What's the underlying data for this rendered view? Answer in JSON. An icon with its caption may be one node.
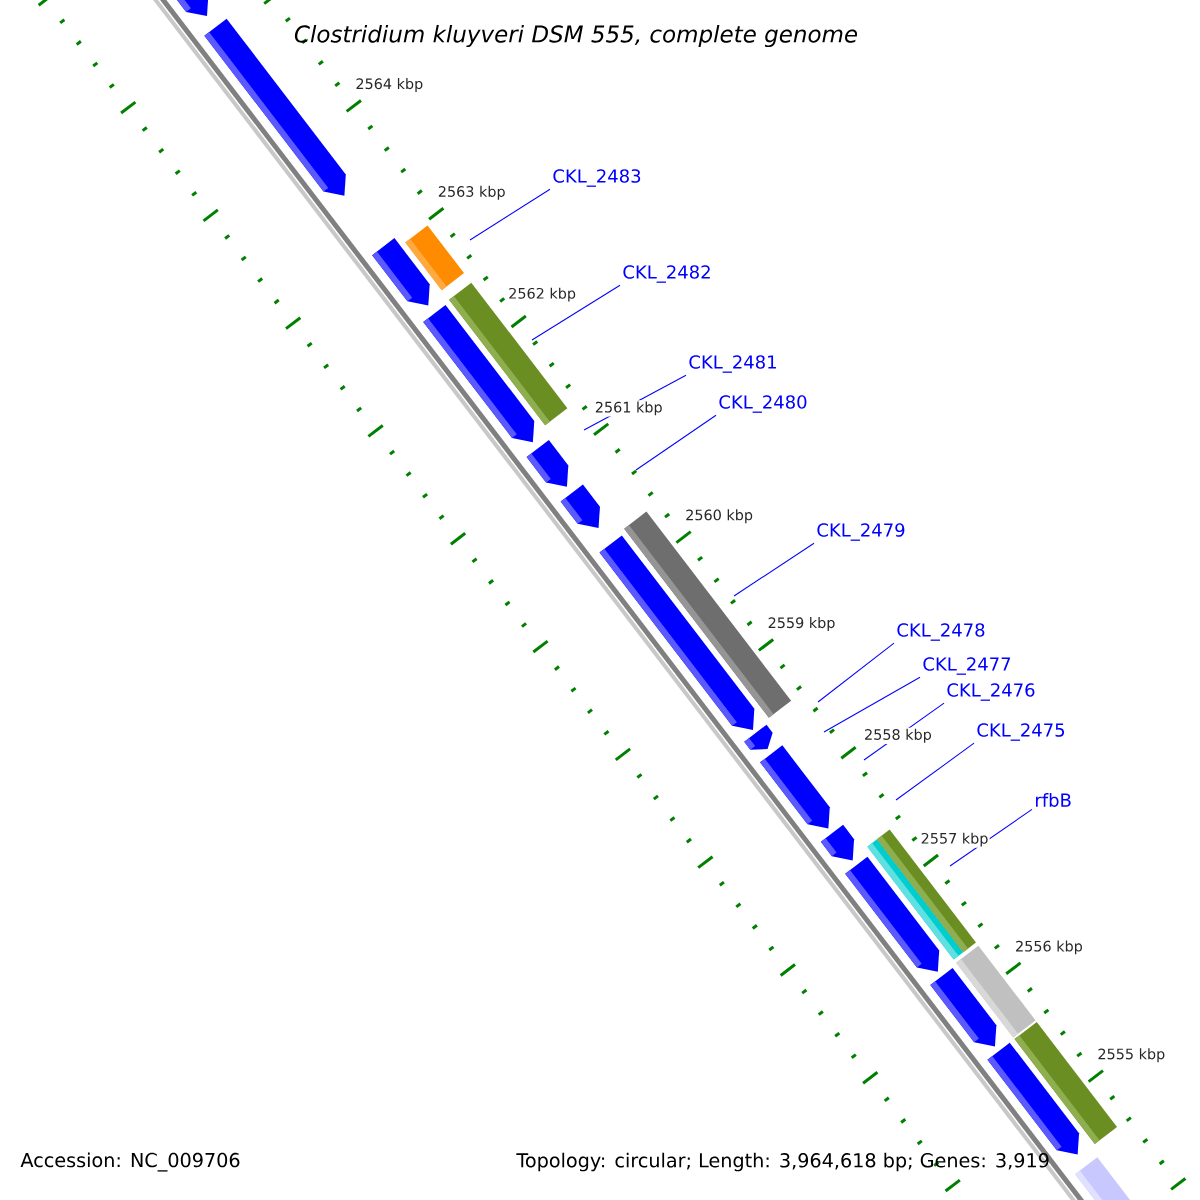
{
  "diagram": {
    "title": "Clostridium kluyveri DSM 555, complete genome",
    "nodes": [
      {
        "text": [
          "CKL_2483"
        ]
      },
      {
        "text": [
          "CKL_2482"
        ]
      },
      {
        "text": [
          "CKL_2481"
        ]
      },
      {
        "text": [
          "CKL_2480"
        ]
      },
      {
        "text": [
          "CKL_2479"
        ]
      },
      {
        "text": [
          "CKL_2478"
        ]
      },
      {
        "text": [
          "CKL_2477"
        ]
      },
      {
        "text": [
          "CKL_2476"
        ]
      },
      {
        "text": [
          "CKL_2475"
        ]
      },
      {
        "text": [
          "rfbB"
        ]
      }
    ],
    "edges": [
      {
        "from": 0,
        "to": null,
        "arrow": "none"
      },
      {
        "from": 1,
        "to": null,
        "arrow": "none"
      },
      {
        "from": 2,
        "to": null,
        "arrow": "none"
      },
      {
        "from": 3,
        "to": null,
        "arrow": "none"
      },
      {
        "from": 4,
        "to": null,
        "arrow": "none"
      },
      {
        "from": 5,
        "to": null,
        "arrow": "none"
      },
      {
        "from": 6,
        "to": null,
        "arrow": "none"
      },
      {
        "from": 7,
        "to": null,
        "arrow": "none"
      },
      {
        "from": 8,
        "to": null,
        "arrow": "none"
      },
      {
        "from": 9,
        "to": null,
        "arrow": "none"
      }
    ],
    "labels": [
      "2564 kbp",
      "2563 kbp",
      "2562 kbp",
      "2561 kbp",
      "2560 kbp",
      "2559 kbp",
      "2558 kbp",
      "2557 kbp",
      "2556 kbp",
      "2555 kbp",
      "Accession: NC_009706",
      "Topology: circular; Length: 3,964,618 bp; Genes: 3,919"
    ]
  }
}
